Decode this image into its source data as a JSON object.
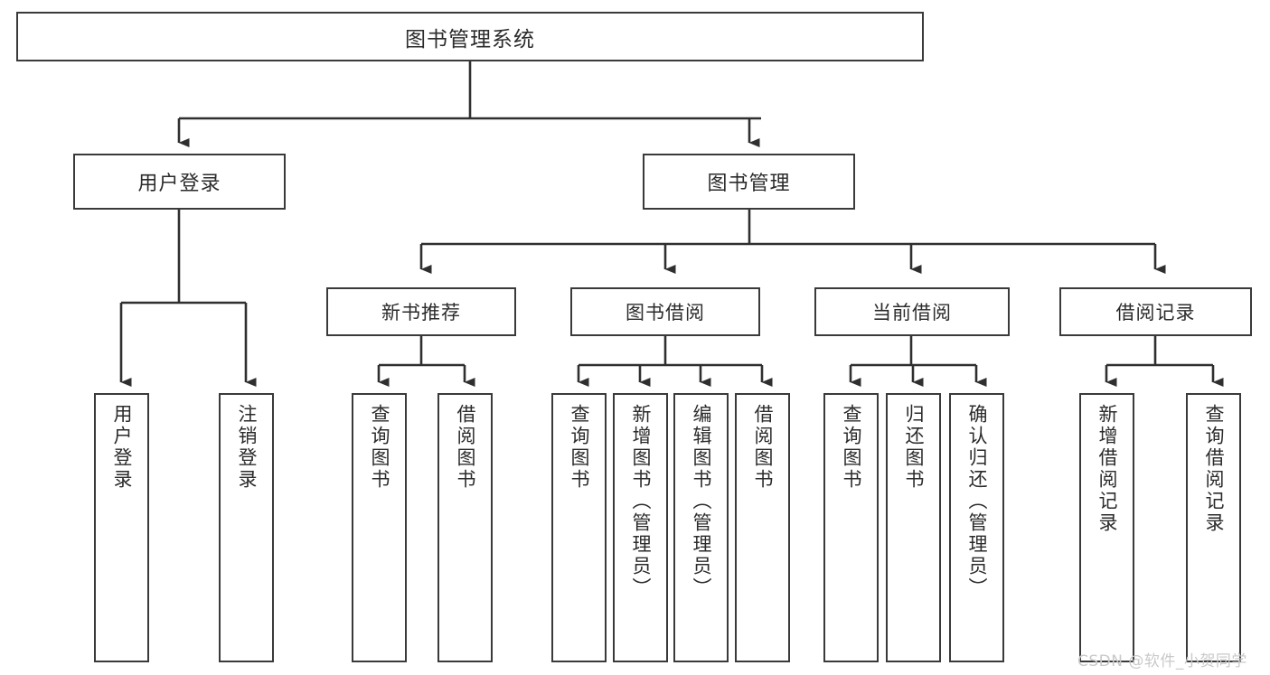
{
  "diagram": {
    "title": "图书管理系统",
    "type": "tree-hierarchy",
    "orientation": "top-down",
    "colors": {
      "box_border": "#3a3a3a",
      "box_fill": "#ffffff",
      "connector": "#2f2f2f",
      "text": "#2b2b2b",
      "watermark": "#c9c9c9",
      "background": "#ffffff"
    }
  },
  "root": {
    "label": "图书管理系统"
  },
  "level1": [
    {
      "label": "用户登录"
    },
    {
      "label": "图书管理"
    }
  ],
  "level2": [
    {
      "label": "新书推荐"
    },
    {
      "label": "图书借阅"
    },
    {
      "label": "当前借阅"
    },
    {
      "label": "借阅记录"
    }
  ],
  "leaves": {
    "user_login": [
      {
        "label": "用户登录"
      },
      {
        "label": "注销登录"
      }
    ],
    "new_book_recommend": [
      {
        "label": "查询图书"
      },
      {
        "label": "借阅图书"
      }
    ],
    "book_borrow": [
      {
        "label": "查询图书"
      },
      {
        "label": "新增图书（管理员）"
      },
      {
        "label": "编辑图书（管理员）"
      },
      {
        "label": "借阅图书"
      }
    ],
    "current_borrow": [
      {
        "label": "查询图书"
      },
      {
        "label": "归还图书"
      },
      {
        "label": "确认归还（管理员）"
      }
    ],
    "borrow_record": [
      {
        "label": "新增借阅记录"
      },
      {
        "label": "查询借阅记录"
      }
    ]
  },
  "watermark": {
    "text": "CSDN @软件_小贺同学"
  }
}
